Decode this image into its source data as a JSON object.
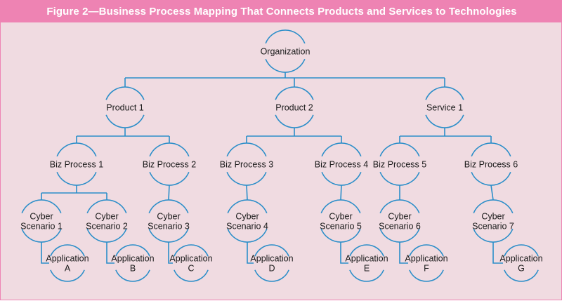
{
  "figure": {
    "title": "Figure 2—Business Process Mapping That Connects Products and Services to Technologies"
  },
  "colors": {
    "title_bg": "#ee83b3",
    "panel_bg": "#f0dbe1",
    "line": "#2b8ec9",
    "text": "#1a1a1a"
  },
  "nodes": {
    "organization": "Organization",
    "product1": "Product 1",
    "product2": "Product 2",
    "service1": "Service 1",
    "biz1": "Biz Process 1",
    "biz2": "Biz Process 2",
    "biz3": "Biz Process 3",
    "biz4": "Biz Process 4",
    "biz5": "Biz Process 5",
    "biz6": "Biz Process 6",
    "cyber1": [
      "Cyber",
      "Scenario 1"
    ],
    "cyber2": [
      "Cyber",
      "Scenario 2"
    ],
    "cyber3": [
      "Cyber",
      "Scenario 3"
    ],
    "cyber4": [
      "Cyber",
      "Scenario 4"
    ],
    "cyber5": [
      "Cyber",
      "Scenario 5"
    ],
    "cyber6": [
      "Cyber",
      "Scenario 6"
    ],
    "cyber7": [
      "Cyber",
      "Scenario 7"
    ],
    "appA": [
      "Application",
      "A"
    ],
    "appB": [
      "Application",
      "B"
    ],
    "appC": [
      "Application",
      "C"
    ],
    "appD": [
      "Application",
      "D"
    ],
    "appE": [
      "Application",
      "E"
    ],
    "appF": [
      "Application",
      "F"
    ],
    "appG": [
      "Application",
      "G"
    ]
  }
}
